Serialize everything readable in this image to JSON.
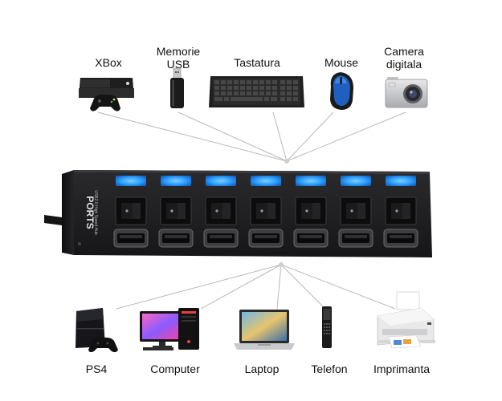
{
  "top_devices": [
    {
      "id": "xbox",
      "label": "XBox",
      "icon": "game-console-icon"
    },
    {
      "id": "usb",
      "label": "Memorie\nUSB",
      "icon": "usb-flash-drive-icon"
    },
    {
      "id": "keyboard",
      "label": "Tastatura",
      "icon": "keyboard-icon"
    },
    {
      "id": "mouse",
      "label": "Mouse",
      "icon": "mouse-icon"
    },
    {
      "id": "camera",
      "label": "Camera\ndigitala",
      "icon": "camera-icon"
    }
  ],
  "bottom_devices": [
    {
      "id": "ps4",
      "label": "PS4",
      "icon": "game-console-icon"
    },
    {
      "id": "computer",
      "label": "Computer",
      "icon": "desktop-computer-icon"
    },
    {
      "id": "laptop",
      "label": "Laptop",
      "icon": "laptop-icon"
    },
    {
      "id": "telefon",
      "label": "Telefon",
      "icon": "phone-icon"
    },
    {
      "id": "imprimanta",
      "label": "Imprimanta",
      "icon": "printer-icon"
    }
  ],
  "hub": {
    "brand": "PORTS",
    "subtitle": "USB2.0 High Speed Hub",
    "port_count": 7,
    "led_color": "#35a7ff",
    "body_color": "#1b1b1d"
  }
}
